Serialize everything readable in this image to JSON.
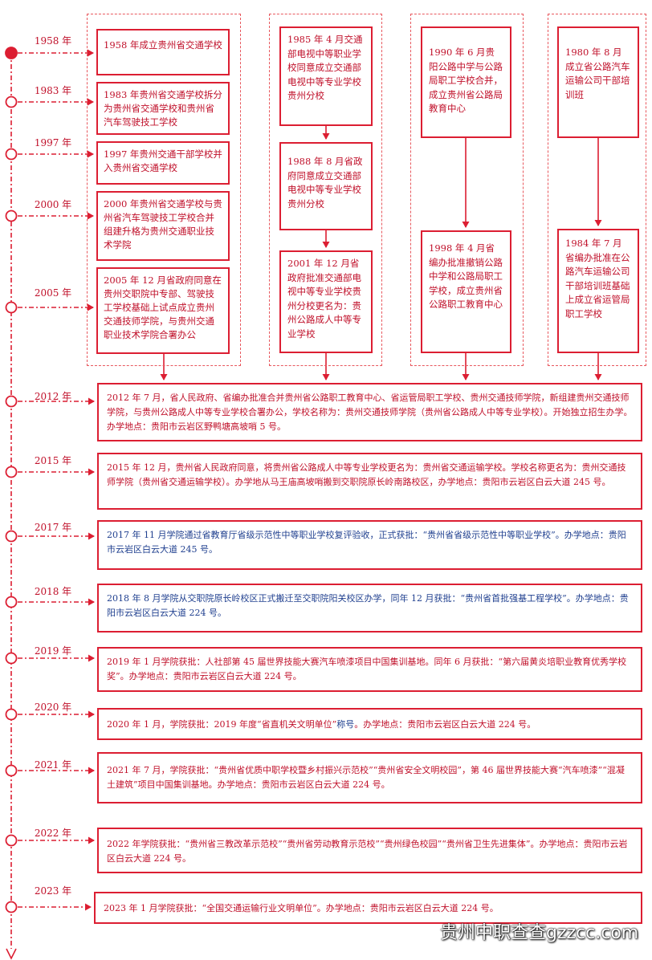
{
  "colors": {
    "accent": "#dc1e32",
    "text_red": "#c0102a",
    "text_blue": "#1f3f8f"
  },
  "years": [
    "1958 年",
    "1983 年",
    "1997 年",
    "2000 年",
    "2005 年",
    "2012 年",
    "2015 年",
    "2017 年",
    "2018 年",
    "2019 年",
    "2020 年",
    "2021 年",
    "2022 年",
    "2023 年"
  ],
  "left_events": [
    "1958 年成立贵州省交通学校",
    "1983 年贵州省交通学校拆分为贵州省交通学校和贵州省汽车驾驶技工学校",
    "1997 年贵州交通干部学校并入贵州省交通学校",
    "2000 年贵州省交通学校与贵州省汽车驾驶技工学校合并组建升格为贵州交通职业技术学院",
    "2005 年 12 月省政府同意在贵州交职院中专部、驾驶技工学校基础上试点成立贵州交通技师学院，与贵州交通 职业技术学院合署办公"
  ],
  "column2": [
    "1985 年 4 月交通部电视中等职业学校同意成立交通部电视中等专业学校贵州分校",
    "1988 年 8 月省政府同意成立交通部电视中等专业学校贵州分校",
    "2001 年 12 月省政府批准交通部电视中等专业学校贵州分校更名为：贵州公路成人中等专业学校"
  ],
  "column3": [
    "1990 年 6 月贵阳公路中学与公路局职工学校合并，成立贵州省公路局教育中心",
    "1998 年 4 月省编办批准撤销公路中学和公路局职工学校，成立贵州省公路职工教育中心"
  ],
  "column4": [
    "1980 年 8 月成立省公路汽车运输公司干部培训班",
    "1984 年 7 月省编办批准在公路汽车运输公司干部培训班基础上成立省运管局职工学校"
  ],
  "wide_events": [
    "2012 年 7 月，省人民政府、省编办批准合并贵州省公路职工教育中心、省运管局职工学校、贵州交通技师学院，新组建贵州交通技师学院，与贵州公路成人中等专业学校合署办公，学校名称为：贵州交通技师学院（贵州省公路成人中等专业学校）。开始独立招生办学。办学地点：贵阳市云岩区野鸭塘高坡哨 5 号。",
    "2015 年 12 月，贵州省人民政府同意，将贵州省公路成人中等专业学校更名为：贵州省交通运输学校。学校名称更名为：贵州交通技师学院（贵州省交通运输学校）。办学地从马王庙高坡哨搬到交职院原长岭南路校区，办学地点：贵阳市云岩区白云大道 245 号。",
    "2017 年 11 月学院通过省教育厅省级示范性中等职业学校复评验收，正式获批：“贵州省省级示范性中等职业学校”。办学地点：贵阳市云岩区白云大道 245 号。",
    "2018 年 8 月学院从交职院原长岭校区正式搬迁至交职院阳关校区办学，同年 12 月获批：“贵州省首批强基工程学校”。办学地点：贵阳市云岩区白云大道 224 号。",
    "2019 年 1 月学院获批：人社部第 45 届世界技能大赛汽车喷漆项目中国集训基地。同年 6 月获批：“第六届黄炎培职业教育优秀学校奖”。办学地点：贵阳市云岩区白云大道 224 号。",
    "2021 年 7 月，学院获批：“贵州省优质中职学校暨乡村振兴示范校”“贵州省安全文明校园”，第 46 届世界技能大赛“汽车喷漆”“混凝土建筑”项目中国集训基地。办学地点：贵阳市云岩区白云大道 224 号。",
    "2022 年学院获批：“贵州省三教改革示范校”“贵州省劳动教育示范校”“贵州绿色校园”“贵州省卫生先进集体”。办学地点：贵阳市云岩区白云大道 224 号。",
    "2023 年 1 月学院获批：“全国交通运输行业文明单位”。办学地点：贵阳市云岩区白云大道 224 号。"
  ],
  "event_2020": {
    "before": "2020 年 1 月，学院获批：2019 年度“省直机关文明单位”",
    "highlight": "称号",
    "after": "。办学地点：贵阳市云岩区白云大道 224 号。"
  },
  "watermark": "贵州中职查查gzzcc.com"
}
